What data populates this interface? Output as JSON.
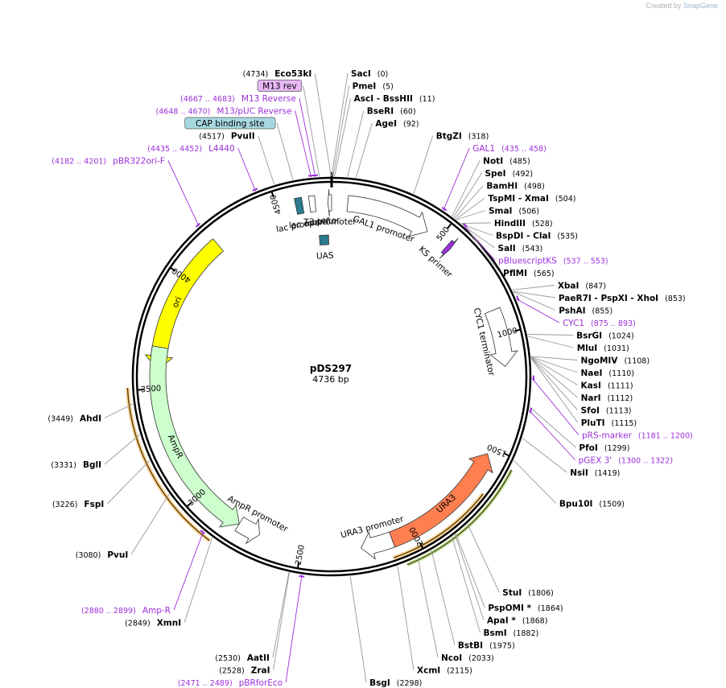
{
  "credit": {
    "prefix": "Created by",
    "brand": "SnapGene"
  },
  "plasmid": {
    "name": "pDS297",
    "length_label": "4736 bp",
    "total_bp": 4736
  },
  "colors": {
    "enzyme": "#000000",
    "primer": "#9b30d9",
    "leader": "#999999"
  },
  "tick_labels": [
    {
      "bp": 500,
      "label": "500"
    },
    {
      "bp": 1000,
      "label": "1000"
    },
    {
      "bp": 1500,
      "label": "1500"
    },
    {
      "bp": 2000,
      "label": "2000"
    },
    {
      "bp": 2500,
      "label": "2500"
    },
    {
      "bp": 3000,
      "label": "3000"
    },
    {
      "bp": 3500,
      "label": "3500"
    },
    {
      "bp": 4000,
      "label": "4000"
    },
    {
      "bp": 4500,
      "label": "4500"
    }
  ],
  "sites": [
    {
      "name": "Eco53kI",
      "pos": "(4734)",
      "bp": 4734,
      "kind": "enzyme",
      "side": "left"
    },
    {
      "name": "SacI",
      "pos": "(0)",
      "bp": 0,
      "kind": "enzyme",
      "side": "right"
    },
    {
      "name": "PmeI",
      "pos": "(5)",
      "bp": 5,
      "kind": "enzyme",
      "side": "right"
    },
    {
      "name": "AscI  - BssHII",
      "pos": "(11)",
      "bp": 11,
      "kind": "enzyme",
      "side": "right"
    },
    {
      "name": "BseRI",
      "pos": "(60)",
      "bp": 60,
      "kind": "enzyme",
      "side": "right"
    },
    {
      "name": "AgeI",
      "pos": "(92)",
      "bp": 92,
      "kind": "enzyme",
      "side": "right"
    },
    {
      "name": "BtgZI",
      "pos": "(318)",
      "bp": 318,
      "kind": "enzyme",
      "side": "right"
    },
    {
      "name": "GAL1",
      "pos": "(435 .. 458)",
      "bp": 446,
      "kind": "primer",
      "side": "right"
    },
    {
      "name": "NotI",
      "pos": "(485)",
      "bp": 485,
      "kind": "enzyme",
      "side": "right"
    },
    {
      "name": "SpeI",
      "pos": "(492)",
      "bp": 492,
      "kind": "enzyme",
      "side": "right"
    },
    {
      "name": "BamHI",
      "pos": "(498)",
      "bp": 498,
      "kind": "enzyme",
      "side": "right"
    },
    {
      "name": "TspMI  - XmaI",
      "pos": "(504)",
      "bp": 504,
      "kind": "enzyme",
      "side": "right"
    },
    {
      "name": "SmaI",
      "pos": "(506)",
      "bp": 506,
      "kind": "enzyme",
      "side": "right"
    },
    {
      "name": "HindIII",
      "pos": "(528)",
      "bp": 528,
      "kind": "enzyme",
      "side": "right"
    },
    {
      "name": "BspDI  - ClaI",
      "pos": "(535)",
      "bp": 535,
      "kind": "enzyme",
      "side": "right"
    },
    {
      "name": "SalI",
      "pos": "(543)",
      "bp": 543,
      "kind": "enzyme",
      "side": "right"
    },
    {
      "name": "pBluescriptKS",
      "pos": "(537 .. 553)",
      "bp": 545,
      "kind": "primer",
      "side": "right"
    },
    {
      "name": "PflMI",
      "pos": "(565)",
      "bp": 565,
      "kind": "enzyme",
      "side": "right"
    },
    {
      "name": "XbaI",
      "pos": "(847)",
      "bp": 847,
      "kind": "enzyme",
      "side": "right"
    },
    {
      "name": "PaeR7I  - PspXI  - XhoI",
      "pos": "(853)",
      "bp": 853,
      "kind": "enzyme",
      "side": "right"
    },
    {
      "name": "PshAI",
      "pos": "(855)",
      "bp": 855,
      "kind": "enzyme",
      "side": "right"
    },
    {
      "name": "CYC1",
      "pos": "(875 .. 893)",
      "bp": 884,
      "kind": "primer",
      "side": "right"
    },
    {
      "name": "BsrGI",
      "pos": "(1024)",
      "bp": 1024,
      "kind": "enzyme",
      "side": "right"
    },
    {
      "name": "MluI",
      "pos": "(1031)",
      "bp": 1031,
      "kind": "enzyme",
      "side": "right"
    },
    {
      "name": "NgoMIV",
      "pos": "(1108)",
      "bp": 1108,
      "kind": "enzyme",
      "side": "right"
    },
    {
      "name": "NaeI",
      "pos": "(1110)",
      "bp": 1110,
      "kind": "enzyme",
      "side": "right"
    },
    {
      "name": "KasI",
      "pos": "(1111)",
      "bp": 1111,
      "kind": "enzyme",
      "side": "right"
    },
    {
      "name": "NarI",
      "pos": "(1112)",
      "bp": 1112,
      "kind": "enzyme",
      "side": "right"
    },
    {
      "name": "SfoI",
      "pos": "(1113)",
      "bp": 1113,
      "kind": "enzyme",
      "side": "right"
    },
    {
      "name": "PluTI",
      "pos": "(1115)",
      "bp": 1115,
      "kind": "enzyme",
      "side": "right"
    },
    {
      "name": "pRS-marker",
      "pos": "(1181 .. 1200)",
      "bp": 1190,
      "kind": "primer",
      "side": "right"
    },
    {
      "name": "PfoI",
      "pos": "(1299)",
      "bp": 1299,
      "kind": "enzyme",
      "side": "right"
    },
    {
      "name": "pGEX 3'",
      "pos": "(1300 .. 1322)",
      "bp": 1311,
      "kind": "primer",
      "side": "right"
    },
    {
      "name": "NsiI",
      "pos": "(1419)",
      "bp": 1419,
      "kind": "enzyme",
      "side": "right"
    },
    {
      "name": "Bpu10I",
      "pos": "(1509)",
      "bp": 1509,
      "kind": "enzyme",
      "side": "right"
    },
    {
      "name": "StuI",
      "pos": "(1806)",
      "bp": 1806,
      "kind": "enzyme",
      "side": "right"
    },
    {
      "name": "PspOMI *",
      "pos": "(1864)",
      "bp": 1864,
      "kind": "enzyme",
      "side": "right"
    },
    {
      "name": "ApaI *",
      "pos": "(1868)",
      "bp": 1868,
      "kind": "enzyme",
      "side": "right"
    },
    {
      "name": "BsmI",
      "pos": "(1882)",
      "bp": 1882,
      "kind": "enzyme",
      "side": "right"
    },
    {
      "name": "BstBI",
      "pos": "(1975)",
      "bp": 1975,
      "kind": "enzyme",
      "side": "right"
    },
    {
      "name": "NcoI",
      "pos": "(2033)",
      "bp": 2033,
      "kind": "enzyme",
      "side": "right"
    },
    {
      "name": "XcmI",
      "pos": "(2115)",
      "bp": 2115,
      "kind": "enzyme",
      "side": "right"
    },
    {
      "name": "BsgI",
      "pos": "(2298)",
      "bp": 2298,
      "kind": "enzyme",
      "side": "right"
    },
    {
      "name": "pBRforEco",
      "pos": "(2471 .. 2489)",
      "bp": 2480,
      "kind": "primer",
      "side": "left"
    },
    {
      "name": "ZraI",
      "pos": "(2528)",
      "bp": 2528,
      "kind": "enzyme",
      "side": "left"
    },
    {
      "name": "AatII",
      "pos": "(2530)",
      "bp": 2530,
      "kind": "enzyme",
      "side": "left"
    },
    {
      "name": "XmnI",
      "pos": "(2849)",
      "bp": 2849,
      "kind": "enzyme",
      "side": "left"
    },
    {
      "name": "Amp-R",
      "pos": "(2880 .. 2899)",
      "bp": 2890,
      "kind": "primer",
      "side": "left"
    },
    {
      "name": "PvuI",
      "pos": "(3080)",
      "bp": 3080,
      "kind": "enzyme",
      "side": "left"
    },
    {
      "name": "FspI",
      "pos": "(3226)",
      "bp": 3226,
      "kind": "enzyme",
      "side": "left"
    },
    {
      "name": "BglI",
      "pos": "(3331)",
      "bp": 3331,
      "kind": "enzyme",
      "side": "left"
    },
    {
      "name": "AhdI",
      "pos": "(3449)",
      "bp": 3449,
      "kind": "enzyme",
      "side": "left"
    },
    {
      "name": "pBR322ori-F",
      "pos": "(4182 .. 4201)",
      "bp": 4191,
      "kind": "primer",
      "side": "left"
    },
    {
      "name": "L4440",
      "pos": "(4435 .. 4452)",
      "bp": 4443,
      "kind": "primer",
      "side": "left"
    },
    {
      "name": "PvuII",
      "pos": "(4517)",
      "bp": 4517,
      "kind": "enzyme",
      "side": "left"
    },
    {
      "name": "CAP binding site",
      "pos": "",
      "bp": 4590,
      "kind": "tag-teal",
      "side": "left"
    },
    {
      "name": "M13/pUC Reverse",
      "pos": "(4648 .. 4670)",
      "bp": 4659,
      "kind": "primer",
      "side": "left"
    },
    {
      "name": "M13 Reverse",
      "pos": "(4667 .. 4683)",
      "bp": 4675,
      "kind": "primer",
      "side": "left"
    },
    {
      "name": "M13 rev",
      "pos": "",
      "bp": 4690,
      "kind": "tag-purple",
      "side": "left"
    }
  ],
  "features": [
    {
      "name": "ori",
      "start": 3580,
      "end": 4200,
      "direction": "ccw",
      "fill": "#ffff00",
      "ring": "r2"
    },
    {
      "name": "AmpR",
      "start": 2790,
      "end": 3680,
      "direction": "ccw",
      "fill": "#ccffcc",
      "ring": "r2"
    },
    {
      "name": "AmpR promoter",
      "start": 2690,
      "end": 2790,
      "direction": "ccw",
      "fill": "#ffffff",
      "ring": "r2"
    },
    {
      "name": "URA3 promoter",
      "start": 2100,
      "end": 2240,
      "direction": "cw",
      "fill": "#ffffff",
      "ring": "r2"
    },
    {
      "name": "URA3",
      "start": 1530,
      "end": 2100,
      "direction": "ccw",
      "fill": "#ff7f50",
      "ring": "r2"
    },
    {
      "name": "GAL1 promoter",
      "start": 70,
      "end": 440,
      "direction": "cw",
      "fill": "#ffffff",
      "ring": "r2"
    },
    {
      "name": "CYC1 terminator",
      "start": 890,
      "end": 1140,
      "direction": "cw",
      "fill": "#ffffff",
      "ring": "r2"
    },
    {
      "name": "T3 promoter",
      "start": 4720,
      "end": 4736,
      "direction": "ccw",
      "fill": "#ffffff",
      "ring": "r2"
    },
    {
      "name": "lac promoter",
      "start": 4580,
      "end": 4610,
      "direction": "none",
      "fill": "#2b7a8e",
      "ring": "r2"
    },
    {
      "name": "lac operator",
      "start": 4640,
      "end": 4665,
      "direction": "none",
      "fill": "#ffffff",
      "ring": "r2"
    },
    {
      "name": "UAS",
      "start": 4670,
      "end": 4720,
      "direction": "none",
      "fill": "#2b7a8e",
      "ring": "r3"
    },
    {
      "name": "KS primer",
      "start": 545,
      "end": 565,
      "direction": "cw",
      "fill": "#9b30d9",
      "ring": "r2"
    }
  ],
  "orf_arcs": [
    {
      "name": "AmpR ORF",
      "start": 2850,
      "end": 3510,
      "color": "#f0b040",
      "ring": 254
    },
    {
      "name": "URA3 ORF outer",
      "start": 1545,
      "end": 2080,
      "color": "#88d860",
      "ring": 252
    },
    {
      "name": "URA3 ORF inner",
      "start": 1680,
      "end": 2120,
      "color": "#f0b040",
      "ring": 238
    }
  ]
}
